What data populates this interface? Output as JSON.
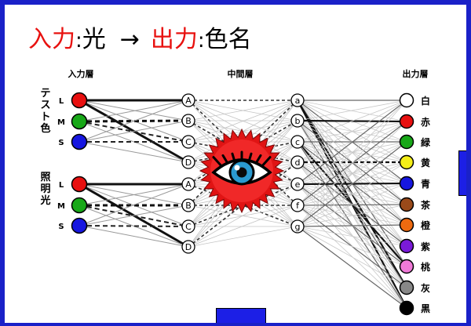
{
  "title": {
    "input_word": "入力",
    "input_value": "光",
    "arrow": "→",
    "output_word": "出力",
    "output_value": "色名",
    "colon": ":"
  },
  "headers": {
    "input_layer": "入力層",
    "hidden_layer": "中間層",
    "output_layer": "出力層"
  },
  "groups": [
    {
      "label_chars": [
        "テ",
        "ス",
        "ト",
        "色"
      ],
      "nodes": [
        {
          "label": "L",
          "color": "#e81010"
        },
        {
          "label": "M",
          "color": "#18a818"
        },
        {
          "label": "S",
          "color": "#1616e0"
        }
      ]
    },
    {
      "label_chars": [
        "照",
        "明",
        "光"
      ],
      "nodes": [
        {
          "label": "L",
          "color": "#e81010"
        },
        {
          "label": "M",
          "color": "#18a818"
        },
        {
          "label": "S",
          "color": "#1616e0"
        }
      ]
    }
  ],
  "hidden1": [
    "A",
    "B",
    "C",
    "D",
    "A",
    "B",
    "C",
    "D"
  ],
  "hidden2": [
    "a",
    "b",
    "c",
    "d",
    "e",
    "f",
    "g"
  ],
  "outputs": [
    {
      "label": "白",
      "color": "#ffffff"
    },
    {
      "label": "赤",
      "color": "#e81010"
    },
    {
      "label": "緑",
      "color": "#18a818"
    },
    {
      "label": "黄",
      "color": "#f4ee18"
    },
    {
      "label": "青",
      "color": "#1616e0"
    },
    {
      "label": "茶",
      "color": "#9a4a1a"
    },
    {
      "label": "橙",
      "color": "#ee6a10"
    },
    {
      "label": "紫",
      "color": "#7a1ad8"
    },
    {
      "label": "桃",
      "color": "#f07ad8"
    },
    {
      "label": "灰",
      "color": "#888888"
    },
    {
      "label": "黒",
      "color": "#000000"
    }
  ],
  "overlay": {
    "icon": "eye-icon",
    "badge_color": "#e01414"
  },
  "colors": {
    "frame": "#1a21c8",
    "accent_red": "#e8110f",
    "block_blue": "#1c1fe6"
  }
}
